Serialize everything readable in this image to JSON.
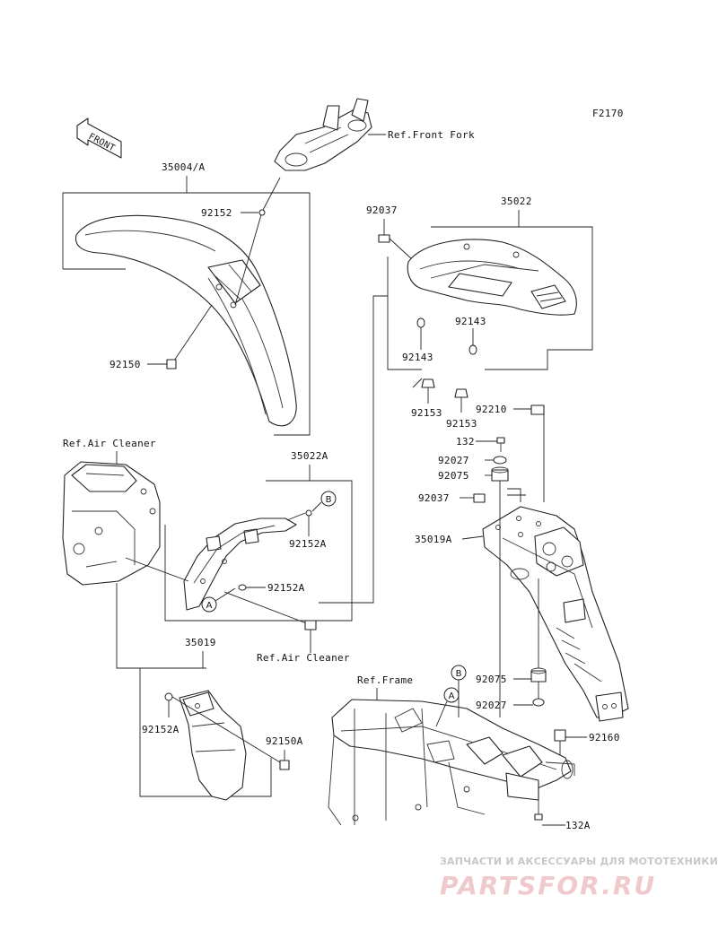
{
  "diagram": {
    "code": "F2170",
    "front_label": "FRONT",
    "callouts": {
      "ref_front_fork": "Ref.Front Fork",
      "p35004A": "35004/A",
      "p92152_top": "92152",
      "p92150": "92150",
      "p92037_top": "92037",
      "p35022": "35022",
      "p92143_a": "92143",
      "p92143_b": "92143",
      "p92153_a": "92153",
      "p92153_b": "92153",
      "p92210": "92210",
      "p132": "132",
      "p92027_a": "92027",
      "p92075_a": "92075",
      "p92037_b": "92037",
      "p35019A": "35019A",
      "ref_air_cleaner_top": "Ref.Air Cleaner",
      "p35022A": "35022A",
      "p92152A_a": "92152A",
      "p92152A_b": "92152A",
      "ref_air_cleaner_bottom": "Ref.Air Cleaner",
      "p35019": "35019",
      "p92152A_c": "92152A",
      "p92150A": "92150A",
      "ref_frame": "Ref.Frame",
      "p92075_b": "92075",
      "p92027_b": "92027",
      "p92160": "92160",
      "p132A": "132A"
    },
    "markers": {
      "a": "A",
      "b": "B"
    }
  },
  "watermark": {
    "line1": "ЗАПЧАСТИ И АКСЕССУАРЫ ДЛЯ МОТОТЕХНИКИ",
    "line2": "PARTSFOR.RU"
  }
}
